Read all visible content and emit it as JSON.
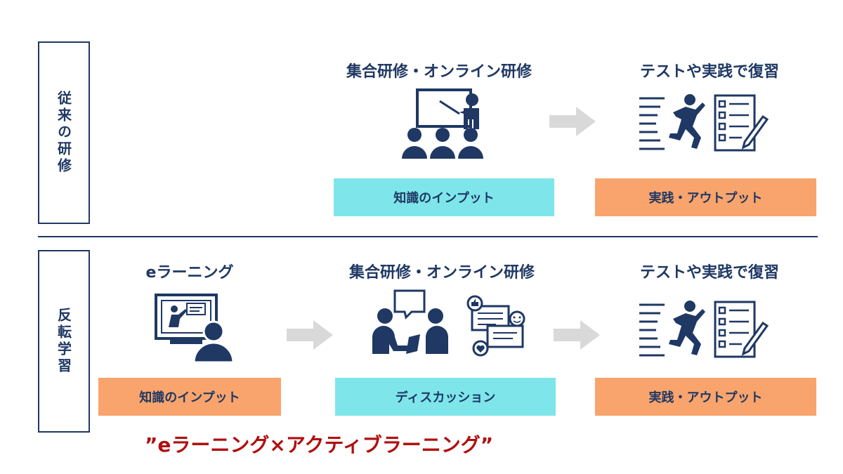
{
  "colors": {
    "navy": "#1f3864",
    "cyan_box": "#7ee6ea",
    "orange_box": "#f8a46c",
    "arrow_gray": "#d9d9d9",
    "slogan_red": "#b01010"
  },
  "rows": {
    "traditional": {
      "label": "従来の研修",
      "steps": [
        {
          "heading": "集合研修・オンライン研修",
          "icon": "classroom-lecture-icon",
          "box": "知識のインプット"
        },
        {
          "heading": "テストや実践で復習",
          "icon": "running-checklist-icon",
          "box": "実践・アウトプット"
        }
      ]
    },
    "flipped": {
      "label": "反転学習",
      "steps": [
        {
          "heading": "eラーニング",
          "icon": "elearning-monitor-icon",
          "box": "知識のインプット"
        },
        {
          "heading": "集合研修・オンライン研修",
          "icon": "discussion-chat-icon",
          "box": "ディスカッション"
        },
        {
          "heading": "テストや実践で復習",
          "icon": "running-checklist-icon",
          "box": "実践・アウトプット"
        }
      ]
    }
  },
  "slogan": "”eラーニング×アクティブラーニング”"
}
